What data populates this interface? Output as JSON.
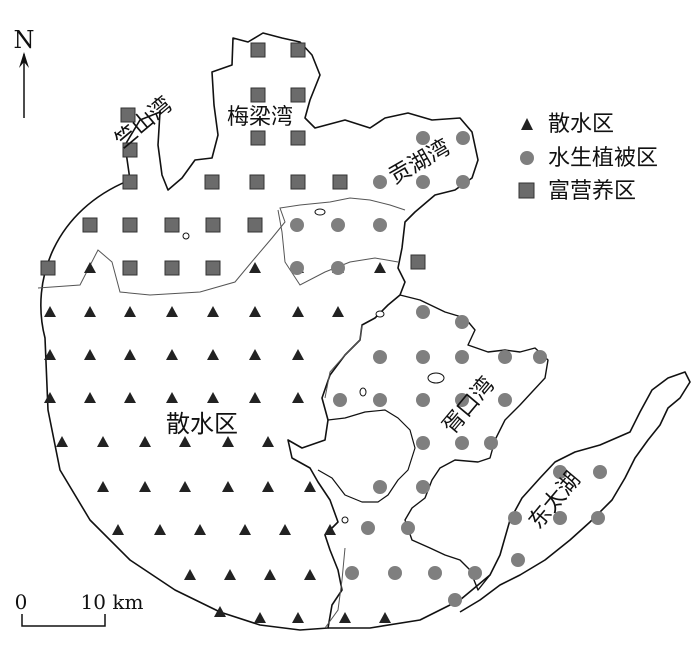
{
  "north_label": "N",
  "scale_bar": {
    "zero": "0",
    "distance": "10 km"
  },
  "legend": [
    {
      "symbol": "triangle",
      "label": "散水区"
    },
    {
      "symbol": "circle",
      "label": "水生植被区"
    },
    {
      "symbol": "square",
      "label": "富营养区"
    }
  ],
  "place_labels": {
    "zhushan_bay": "竺山湾",
    "meiliang_bay": "梅梁湾",
    "gonghu_bay": "贡湖湾",
    "xukou_bay": "胥口湾",
    "east_taihu": "东太湖",
    "open_water": "散水区"
  },
  "colors": {
    "triangle": "#222222",
    "circle": "#7f7f7f",
    "square": "#6b6b6b",
    "outline": "#111111",
    "zone_line": "#555555"
  }
}
